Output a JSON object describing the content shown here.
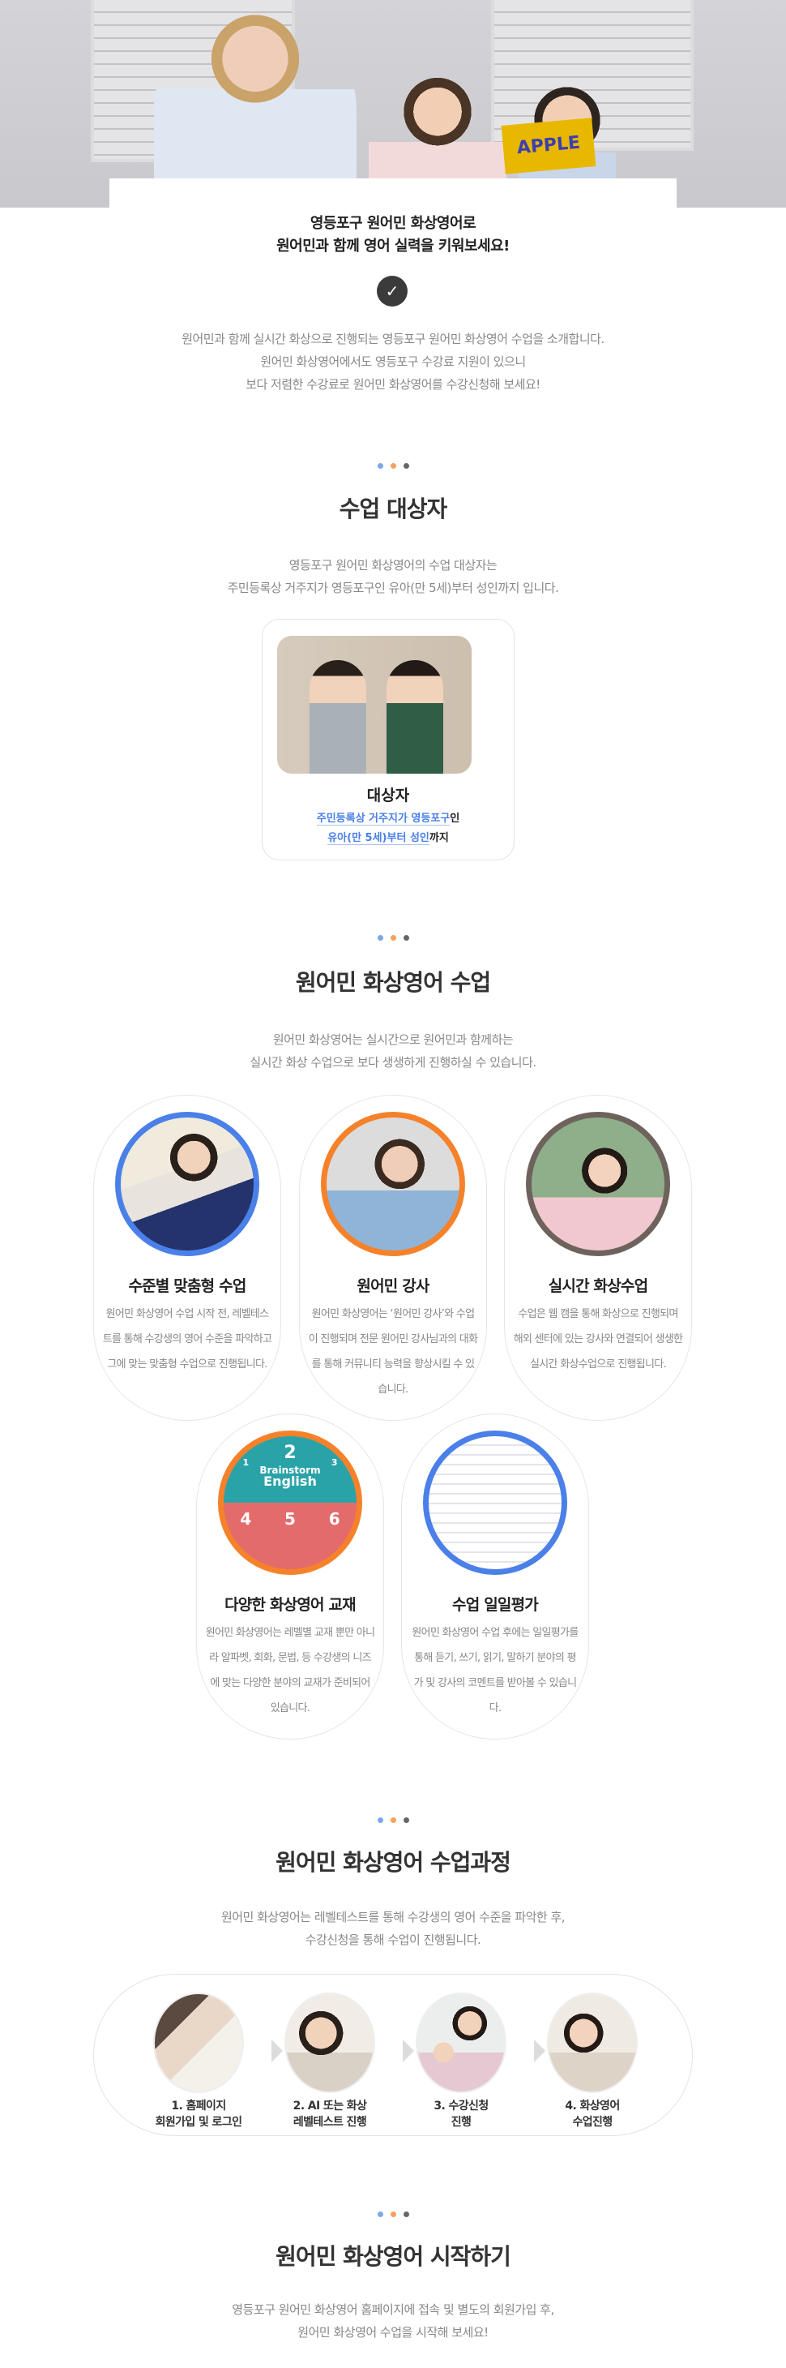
{
  "colors": {
    "blue": "#7ea6ee",
    "orange": "#f9a05c",
    "gray": "#666666",
    "accent_blue": "#4a80e8"
  },
  "hero": {
    "sign_text": "APPLE",
    "title_line1": "영등포구 원어민 화상영어로",
    "title_line2": "원어민과 함께 영어 실력을 키워보세요!",
    "check_icon": "check-circle-icon",
    "intro": [
      "원어민과 함께 실시간 화상으로 진행되는 영등포구 원어민 화상영어 수업을 소개합니다.",
      "원어민 화상영어에서도 영등포구 수강료 지원이 있으니",
      "보다 저렴한 수강료로 원어민 화상영어를 수강신청해 보세요!"
    ]
  },
  "target": {
    "title": "수업 대상자",
    "desc": [
      "영등포구 원어민 화상영어의 수업 대상자는",
      "주민등록상 거주지가 영등포구인 유아(만 5세)부터 성인까지 입니다."
    ],
    "card": {
      "title": "대상자",
      "line1_hl": "주민등록상 거주지가 영등포구",
      "line1_rest": "인",
      "line2_hl": "유아(만 5세)부터 성인",
      "line2_rest": "까지"
    }
  },
  "classes": {
    "title": "원어민 화상영어 수업",
    "desc": [
      "원어민 화상영어는 실시간으로 원어민과 함께하는",
      "실시간 화상 수업으로 보다 생생하게 진행하실 수 있습니다."
    ],
    "items": [
      {
        "title": "수준별 맞춤형 수업",
        "desc": "원어민 화상영어 수업 시작 전, 레벨테스트를 통해 수강생의 영어 수준을 파악하고 그에 맞는 맞춤형 수업으로 진행됩니다."
      },
      {
        "title": "원어민 강사",
        "desc": "원어민 화상영어는 ‘원어민 강사’와 수업이 진행되며 전문 원어민 강사님과의 대화를 통해 커뮤니티 능력을 향상시킬 수 있습니다."
      },
      {
        "title": "실시간 화상수업",
        "desc": "수업은 웹 캠을 통해 화상으로 진행되며 해외 센터에 있는 강사와 연결되어 생생한 실시간 화상수업으로 진행됩니다."
      },
      {
        "title": "다양한 화상영어 교재",
        "desc": "원어민 화상영어는 레벨별 교재 뿐만 아니라 알파벳, 회화, 문법, 등 수강생의  니즈에 맞는 다양한 분야의 교재가 준비되어 있습니다."
      },
      {
        "title": "수업 일일평가",
        "desc": "원어민 화상영어 수업 후에는 일일평가를 통해 듣기, 쓰기, 읽기, 말하기 분야의 평가 및 강사의 코멘트를 받아볼 수 있습니다."
      }
    ],
    "book": {
      "brand": "Brainstorm",
      "name": "English",
      "levels": [
        "1",
        "2",
        "3",
        "4",
        "5",
        "6"
      ]
    }
  },
  "process": {
    "title": "원어민 화상영어 수업과정",
    "desc": [
      "원어민 화상영어는 레벨테스트를 통해 수강생의 영어 수준을 파악한 후,",
      "수강신청을 통해 수업이 진행됩니다."
    ],
    "steps": [
      {
        "label": "1. 홈페이지\n회원가입 및 로그인"
      },
      {
        "label": "2. AI 또는 화상\n레벨테스트 진행"
      },
      {
        "label": "3. 수강신청\n진행"
      },
      {
        "label": "4. 화상영어\n수업진행"
      }
    ]
  },
  "start": {
    "title": "원어민 화상영어 시작하기",
    "desc": [
      "영등포구 원어민 화상영어 홈페이지에 접속 및 별도의 회원가입 후,",
      "원어민 화상영어 수업을 시작해 보세요!"
    ]
  }
}
